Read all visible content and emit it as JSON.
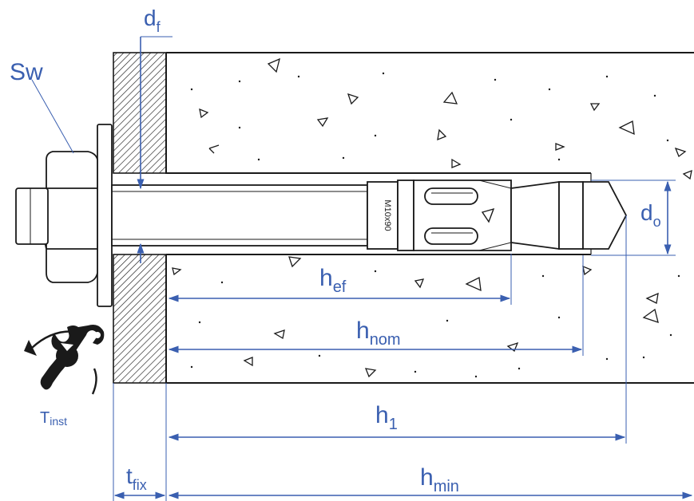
{
  "labels": {
    "sw": "Sw",
    "df_main": "d",
    "df_sub": "f",
    "do_main": "d",
    "do_sub": "o",
    "hef_main": "h",
    "hef_sub": "ef",
    "hnom_main": "h",
    "hnom_sub": "nom",
    "h1_main": "h",
    "h1_sub": "1",
    "hmin_main": "h",
    "hmin_sub": "min",
    "tfix_main": "t",
    "tfix_sub": "fix",
    "tinst_main": "T",
    "tinst_sub": "inst"
  },
  "anchor": {
    "marking": "M10x90"
  },
  "colors": {
    "dimension": "#3a5fb0",
    "outline": "#1a1a1a",
    "concrete_fill": "#ffffff"
  },
  "icons": [
    "wrench-icon",
    "rotation-arrow-icon",
    "brand-logo-icon"
  ]
}
